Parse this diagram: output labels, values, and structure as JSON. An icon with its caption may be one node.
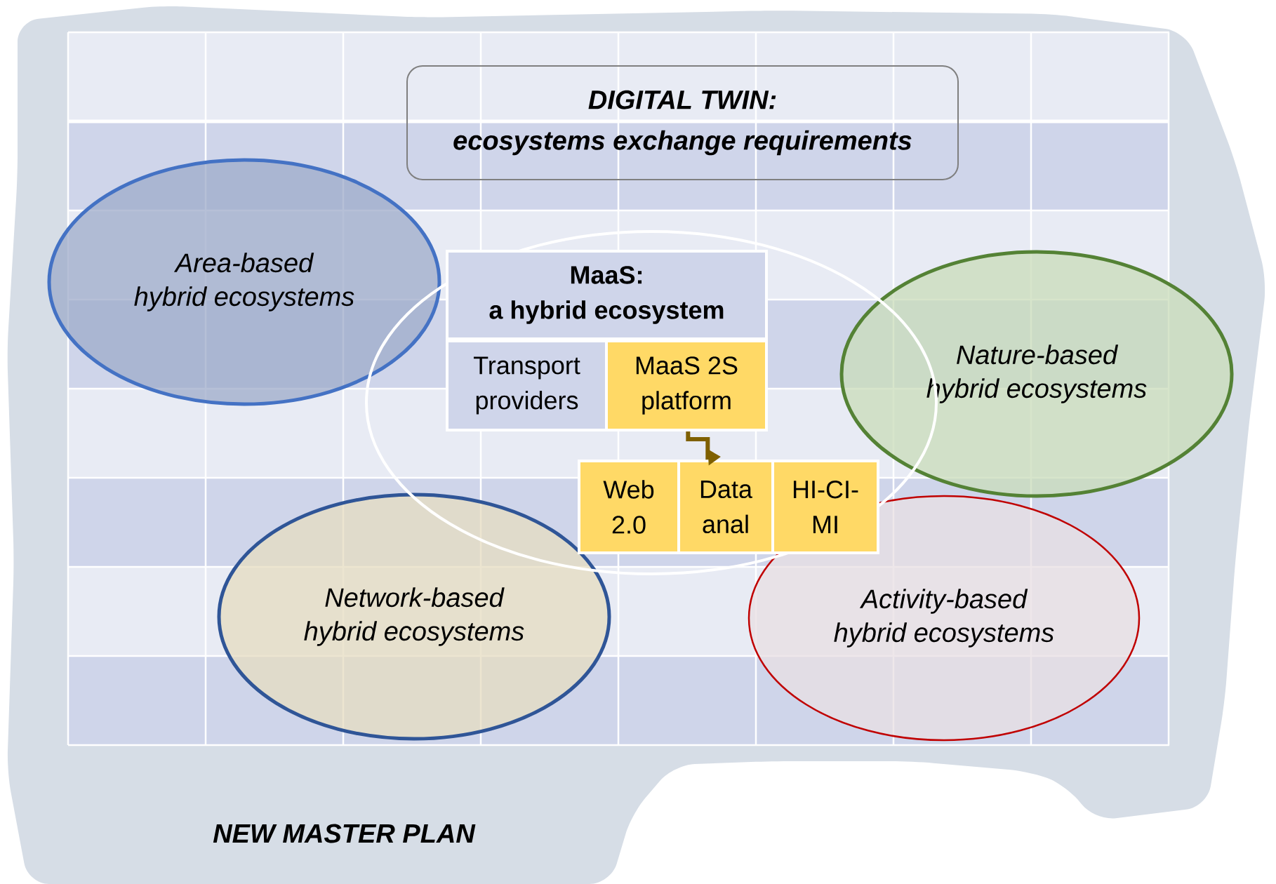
{
  "diagram": {
    "nodes": [
      {
        "text": [
          "DIGITAL TWIN:",
          "ecosystems exchange requirements"
        ]
      },
      {
        "text": [
          "Area-based hybrid ecosystems"
        ]
      },
      {
        "text": [],
        "shape": "ellipse"
      },
      {
        "text": [
          "MaaS:",
          "a hybrid ecosystem"
        ],
        "in": 2
      },
      {
        "text": [
          "Transport providers"
        ],
        "in": 2
      },
      {
        "text": [
          "MaaS 2S platform"
        ],
        "in": 2
      },
      {
        "text": [
          "Web 2.0"
        ],
        "in": 2
      },
      {
        "text": [
          "Data anal"
        ],
        "in": 2
      },
      {
        "text": [
          "HI-CI-MI"
        ],
        "in": 2
      },
      {
        "text": [
          "Nature-based hybrid ecosystems"
        ]
      },
      {
        "text": [
          "Network-based hybrid ecosystems"
        ]
      },
      {
        "text": [
          "Activity-based hybrid ecosystems"
        ]
      }
    ],
    "edges": [
      {
        "from": 5,
        "to": 7,
        "arrow": "to"
      }
    ],
    "labels": [
      "NEW MASTER PLAN"
    ]
  }
}
